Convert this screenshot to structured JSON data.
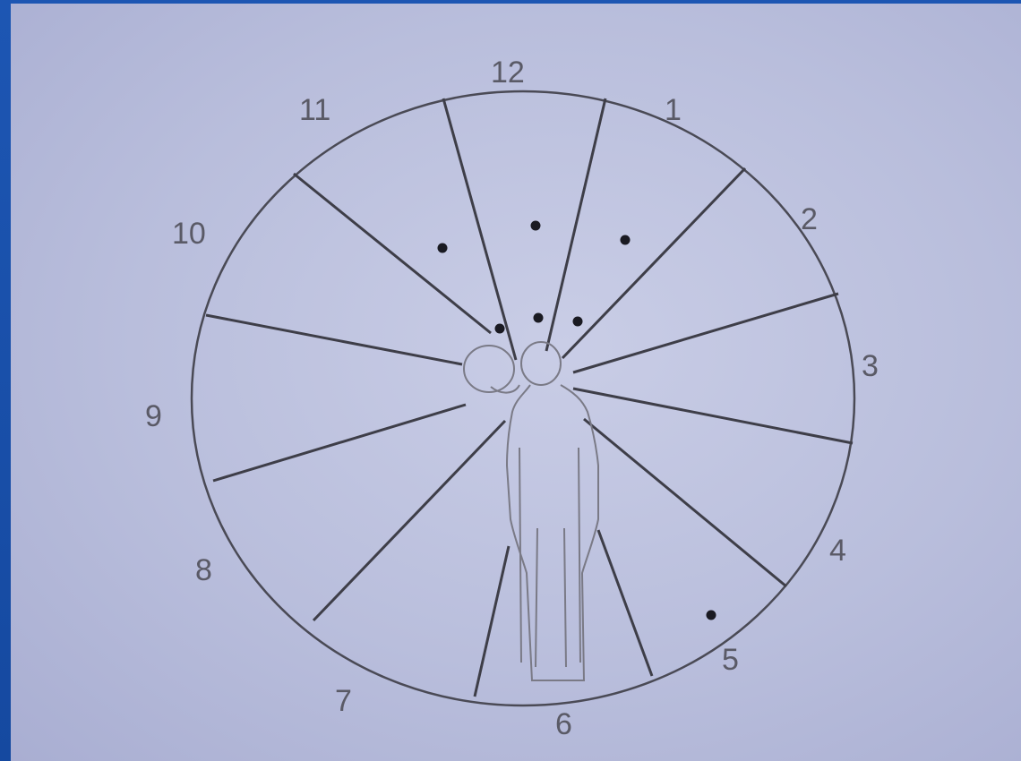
{
  "diagram": {
    "clock_labels": [
      "12",
      "1",
      "2",
      "3",
      "4",
      "5",
      "6",
      "7",
      "8",
      "9",
      "10",
      "11"
    ],
    "dots_count": 7
  }
}
